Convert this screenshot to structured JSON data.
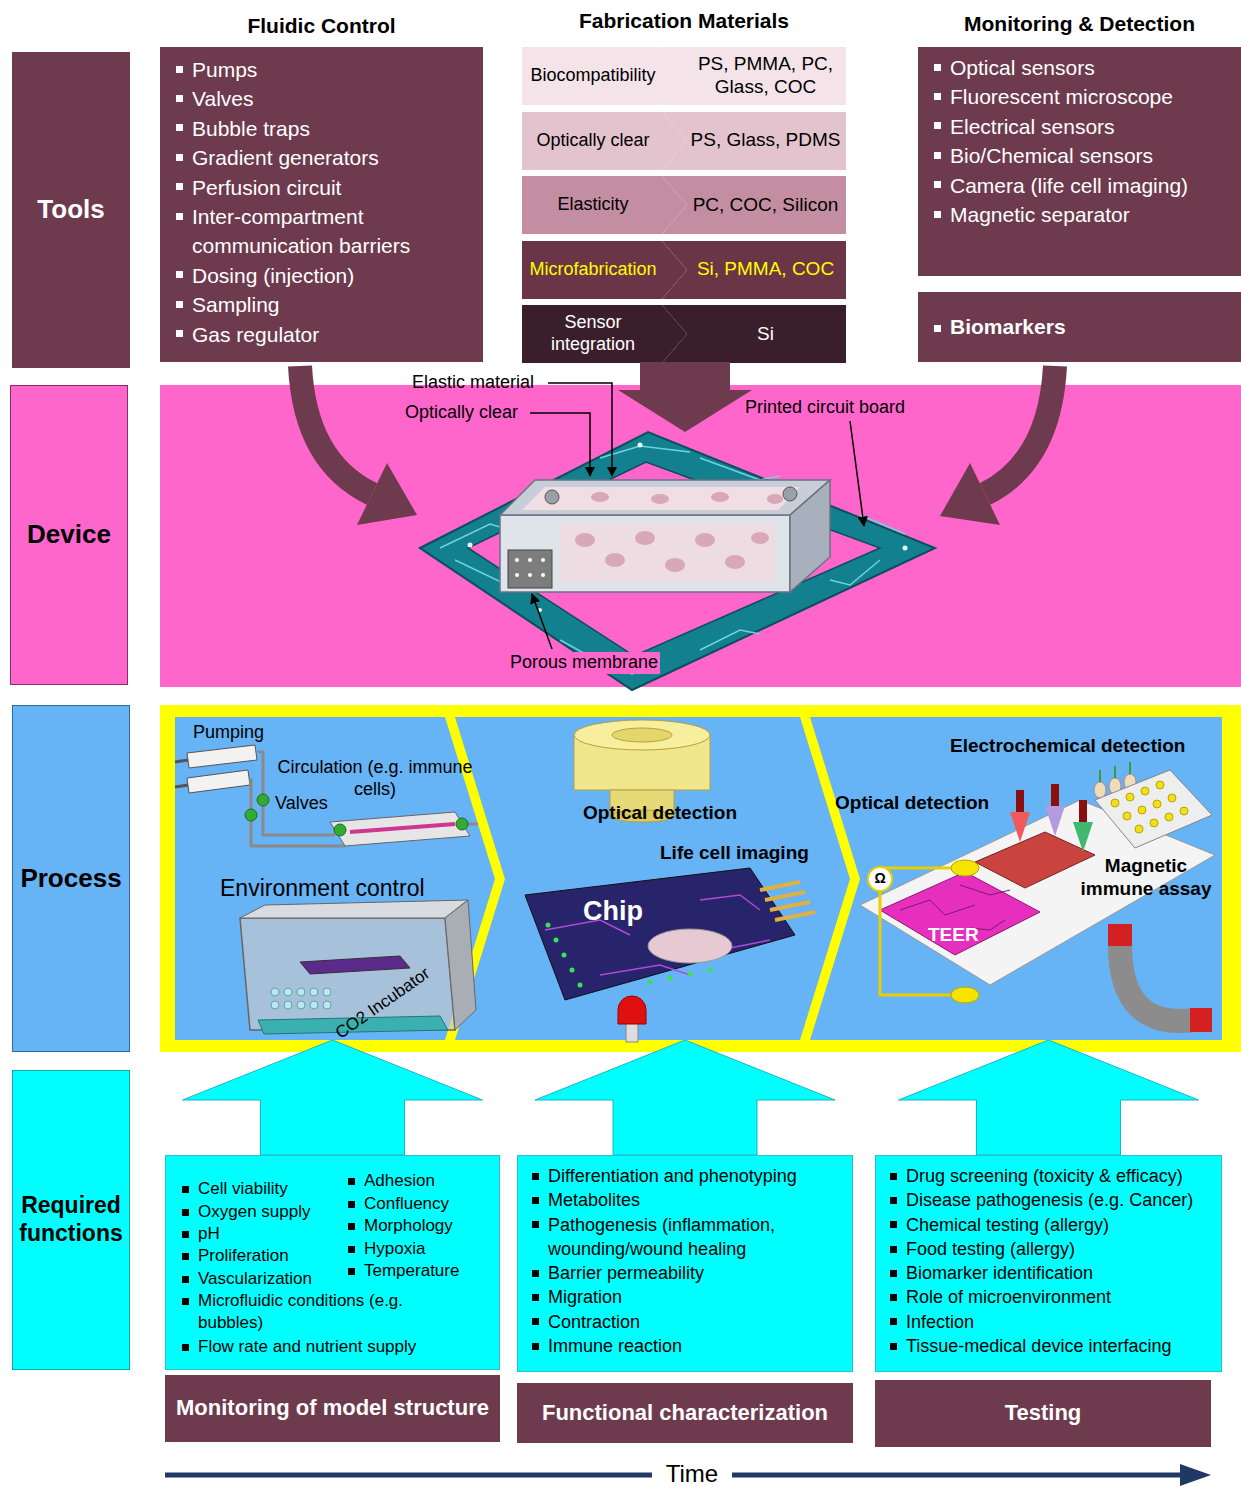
{
  "diagram": {
    "nodes": [
      {
        "text": [
          "Tools"
        ]
      },
      {
        "text": [
          "Fluidic Control",
          "Pumps",
          "Valves",
          "Bubble traps",
          "Gradient generators",
          "Perfusion circuit",
          "Inter-compartment communication barriers",
          "Dosing (injection)",
          "Sampling",
          "Gas regulator"
        ]
      },
      {
        "text": [
          "Biocompatibility"
        ]
      },
      {
        "text": [
          "PS, PMMA, PC, Glass, COC"
        ]
      },
      {
        "text": [
          "Optically clear"
        ]
      },
      {
        "text": [
          "PS, Glass, PDMS"
        ]
      },
      {
        "text": [
          "Elasticity"
        ]
      },
      {
        "text": [
          "PC, COC, Silicon"
        ]
      },
      {
        "text": [
          "Microfabrication"
        ]
      },
      {
        "text": [
          "Si, PMMA, COC"
        ]
      },
      {
        "text": [
          "Sensor integration"
        ]
      },
      {
        "text": [
          "Si"
        ]
      },
      {
        "text": [
          "Monitoring & Detection",
          "Optical sensors",
          "Fluorescent microscope",
          "Electrical sensors",
          "Bio/Chemical sensors",
          "Camera (life cell imaging)",
          "Magnetic separator"
        ]
      },
      {
        "text": [
          "Biomarkers"
        ]
      },
      {
        "text": [
          "Device"
        ]
      },
      {
        "text": [
          "Process"
        ]
      },
      {
        "text": [
          "Pumping",
          "Circulation (e.g. immune cells)",
          "Valves",
          "Environment control",
          "CO2 Incubator"
        ]
      },
      {
        "text": [
          "Optical detection",
          "Life cell imaging",
          "Chip"
        ]
      },
      {
        "text": [
          "Electrochemical detection",
          "Optical detection",
          "Magnetic immune assay",
          "TEER"
        ]
      },
      {
        "text": [
          "Required functions"
        ]
      },
      {
        "text": [
          "Cell viability",
          "Oxygen supply",
          "pH",
          "Proliferation",
          "Vascularization",
          "Microfluidic conditions (e.g. bubbles)",
          "Flow rate and nutrient supply",
          "Adhesion",
          "Confluency",
          "Morphology",
          "Hypoxia",
          "Temperature"
        ]
      },
      {
        "text": [
          "Differentiation and phenotyping",
          "Metabolites",
          "Pathogenesis (inflammation, wounding/wound healing",
          "Barrier permeability",
          "Migration",
          "Contraction",
          "Immune reaction"
        ]
      },
      {
        "text": [
          "Drug screening (toxicity & efficacy)",
          "Disease pathogenesis (e.g. Cancer)",
          "Chemical testing (allergy)",
          "Food testing (allergy)",
          "Biomarker identification",
          "Role of microenvironment",
          "Infection",
          "Tissue-medical device interfacing"
        ]
      },
      {
        "text": [
          "Monitoring of model structure"
        ]
      },
      {
        "text": [
          "Functional characterization"
        ]
      },
      {
        "text": [
          "Testing"
        ]
      }
    ],
    "edges": [
      {
        "from": 20,
        "to": 16,
        "arrow": "to"
      },
      {
        "from": 21,
        "to": 17,
        "arrow": "to"
      },
      {
        "from": 22,
        "to": 18,
        "arrow": "to"
      }
    ],
    "labels": [
      "Fabrication Materials",
      "Elastic material",
      "Optically clear",
      "Printed circuit board",
      "Porous membrane",
      "Ω",
      "Time"
    ]
  }
}
